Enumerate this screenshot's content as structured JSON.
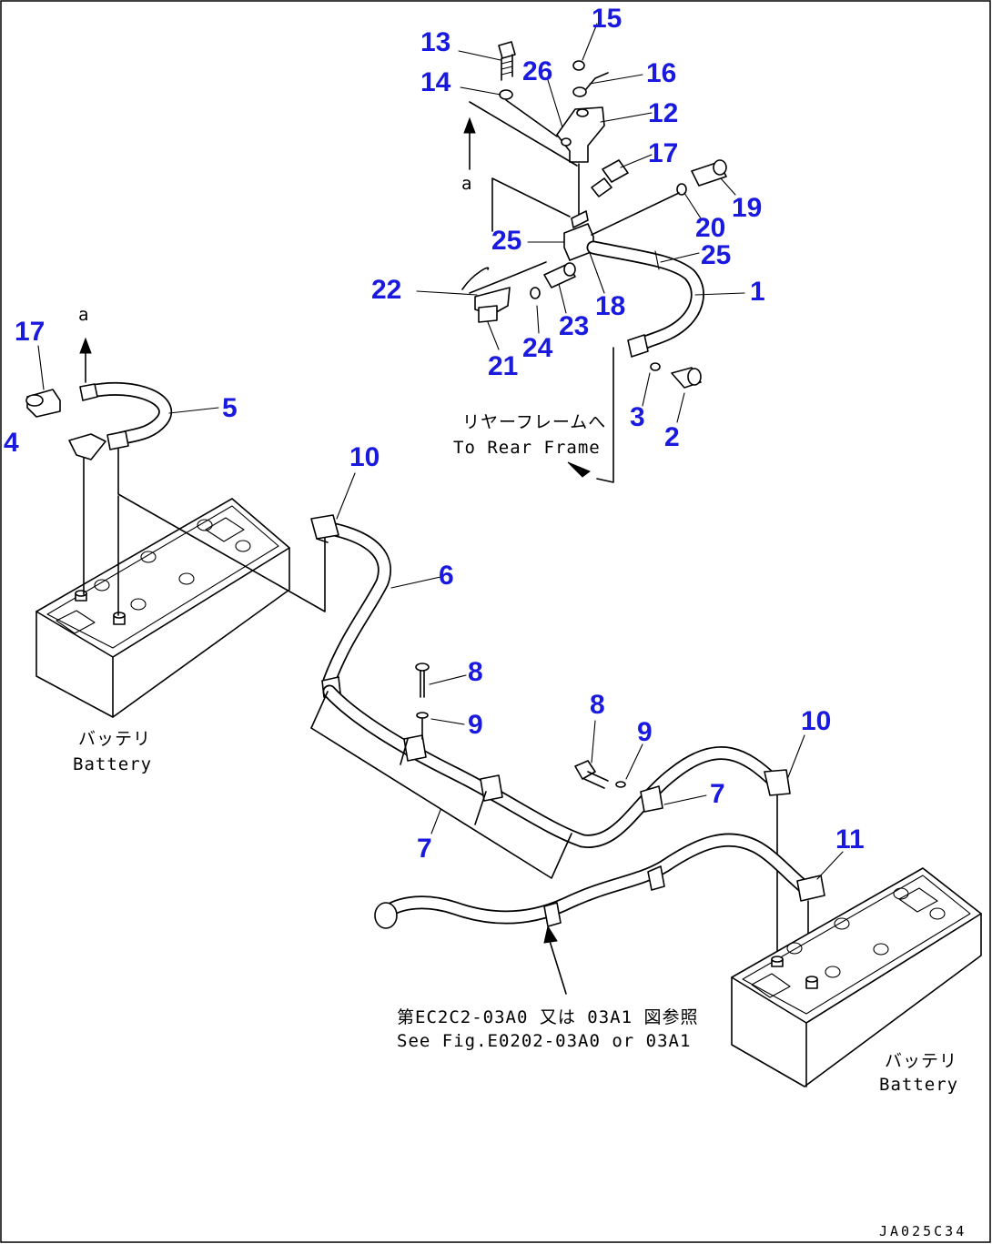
{
  "callouts": {
    "n1": "1",
    "n2": "2",
    "n3": "3",
    "n4": "4",
    "n5": "5",
    "n6": "6",
    "n7": "7",
    "n8": "8",
    "n9": "9",
    "n10": "10",
    "n11": "11",
    "n12": "12",
    "n13": "13",
    "n14": "14",
    "n15": "15",
    "n16": "16",
    "n17": "17",
    "n18": "18",
    "n19": "19",
    "n20": "20",
    "n21": "21",
    "n22": "22",
    "n23": "23",
    "n24": "24",
    "n25": "25",
    "n26": "26"
  },
  "markers": {
    "a": "a"
  },
  "labels": {
    "rear_frame_jp": "リヤーフレームへ",
    "rear_frame_en": "To Rear Frame",
    "battery_jp": "バッテリ",
    "battery_en": "Battery",
    "see_fig_jp": "第EC2C2-03A0 又は 03A1 図参照",
    "see_fig_en": "See Fig.E0202-03A0 or 03A1"
  },
  "drawing_code": "JA025C34",
  "colors": {
    "callout": "#1a1adf",
    "line": "#000000",
    "background": "#ffffff"
  }
}
